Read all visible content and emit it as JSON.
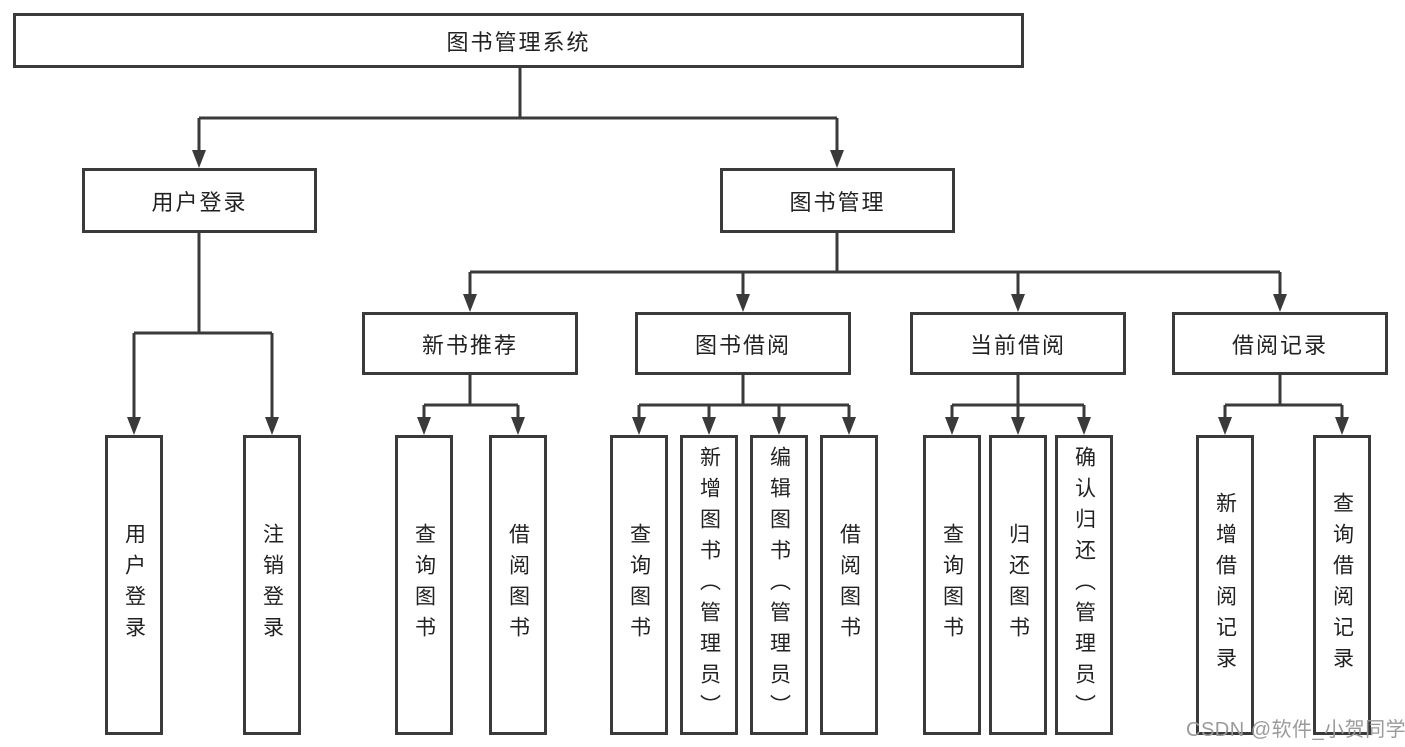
{
  "diagram": {
    "root": {
      "label": "图书管理系统"
    },
    "level2": [
      {
        "label": "用户登录"
      },
      {
        "label": "图书管理"
      }
    ],
    "level3": [
      {
        "label": "新书推荐"
      },
      {
        "label": "图书借阅"
      },
      {
        "label": "当前借阅"
      },
      {
        "label": "借阅记录"
      }
    ],
    "leaves": [
      {
        "label": "用户登录",
        "parent": "用户登录"
      },
      {
        "label": "注销登录",
        "parent": "用户登录"
      },
      {
        "label": "查询图书",
        "parent": "新书推荐"
      },
      {
        "label": "借阅图书",
        "parent": "新书推荐"
      },
      {
        "label": "查询图书",
        "parent": "图书借阅"
      },
      {
        "label": "新增图书（管理员）",
        "parent": "图书借阅"
      },
      {
        "label": "编辑图书（管理员）",
        "parent": "图书借阅"
      },
      {
        "label": "借阅图书",
        "parent": "图书借阅"
      },
      {
        "label": "查询图书",
        "parent": "当前借阅"
      },
      {
        "label": "归还图书",
        "parent": "当前借阅"
      },
      {
        "label": "确认归还（管理员）",
        "parent": "当前借阅"
      },
      {
        "label": "新增借阅记录",
        "parent": "借阅记录"
      },
      {
        "label": "查询借阅记录",
        "parent": "借阅记录"
      }
    ]
  },
  "watermark": {
    "text": "CSDN @软件_小贺同学"
  },
  "colors": {
    "line": "#3a3a3a",
    "text": "#222222",
    "watermark": "#9b9b9b",
    "background": "#ffffff"
  }
}
